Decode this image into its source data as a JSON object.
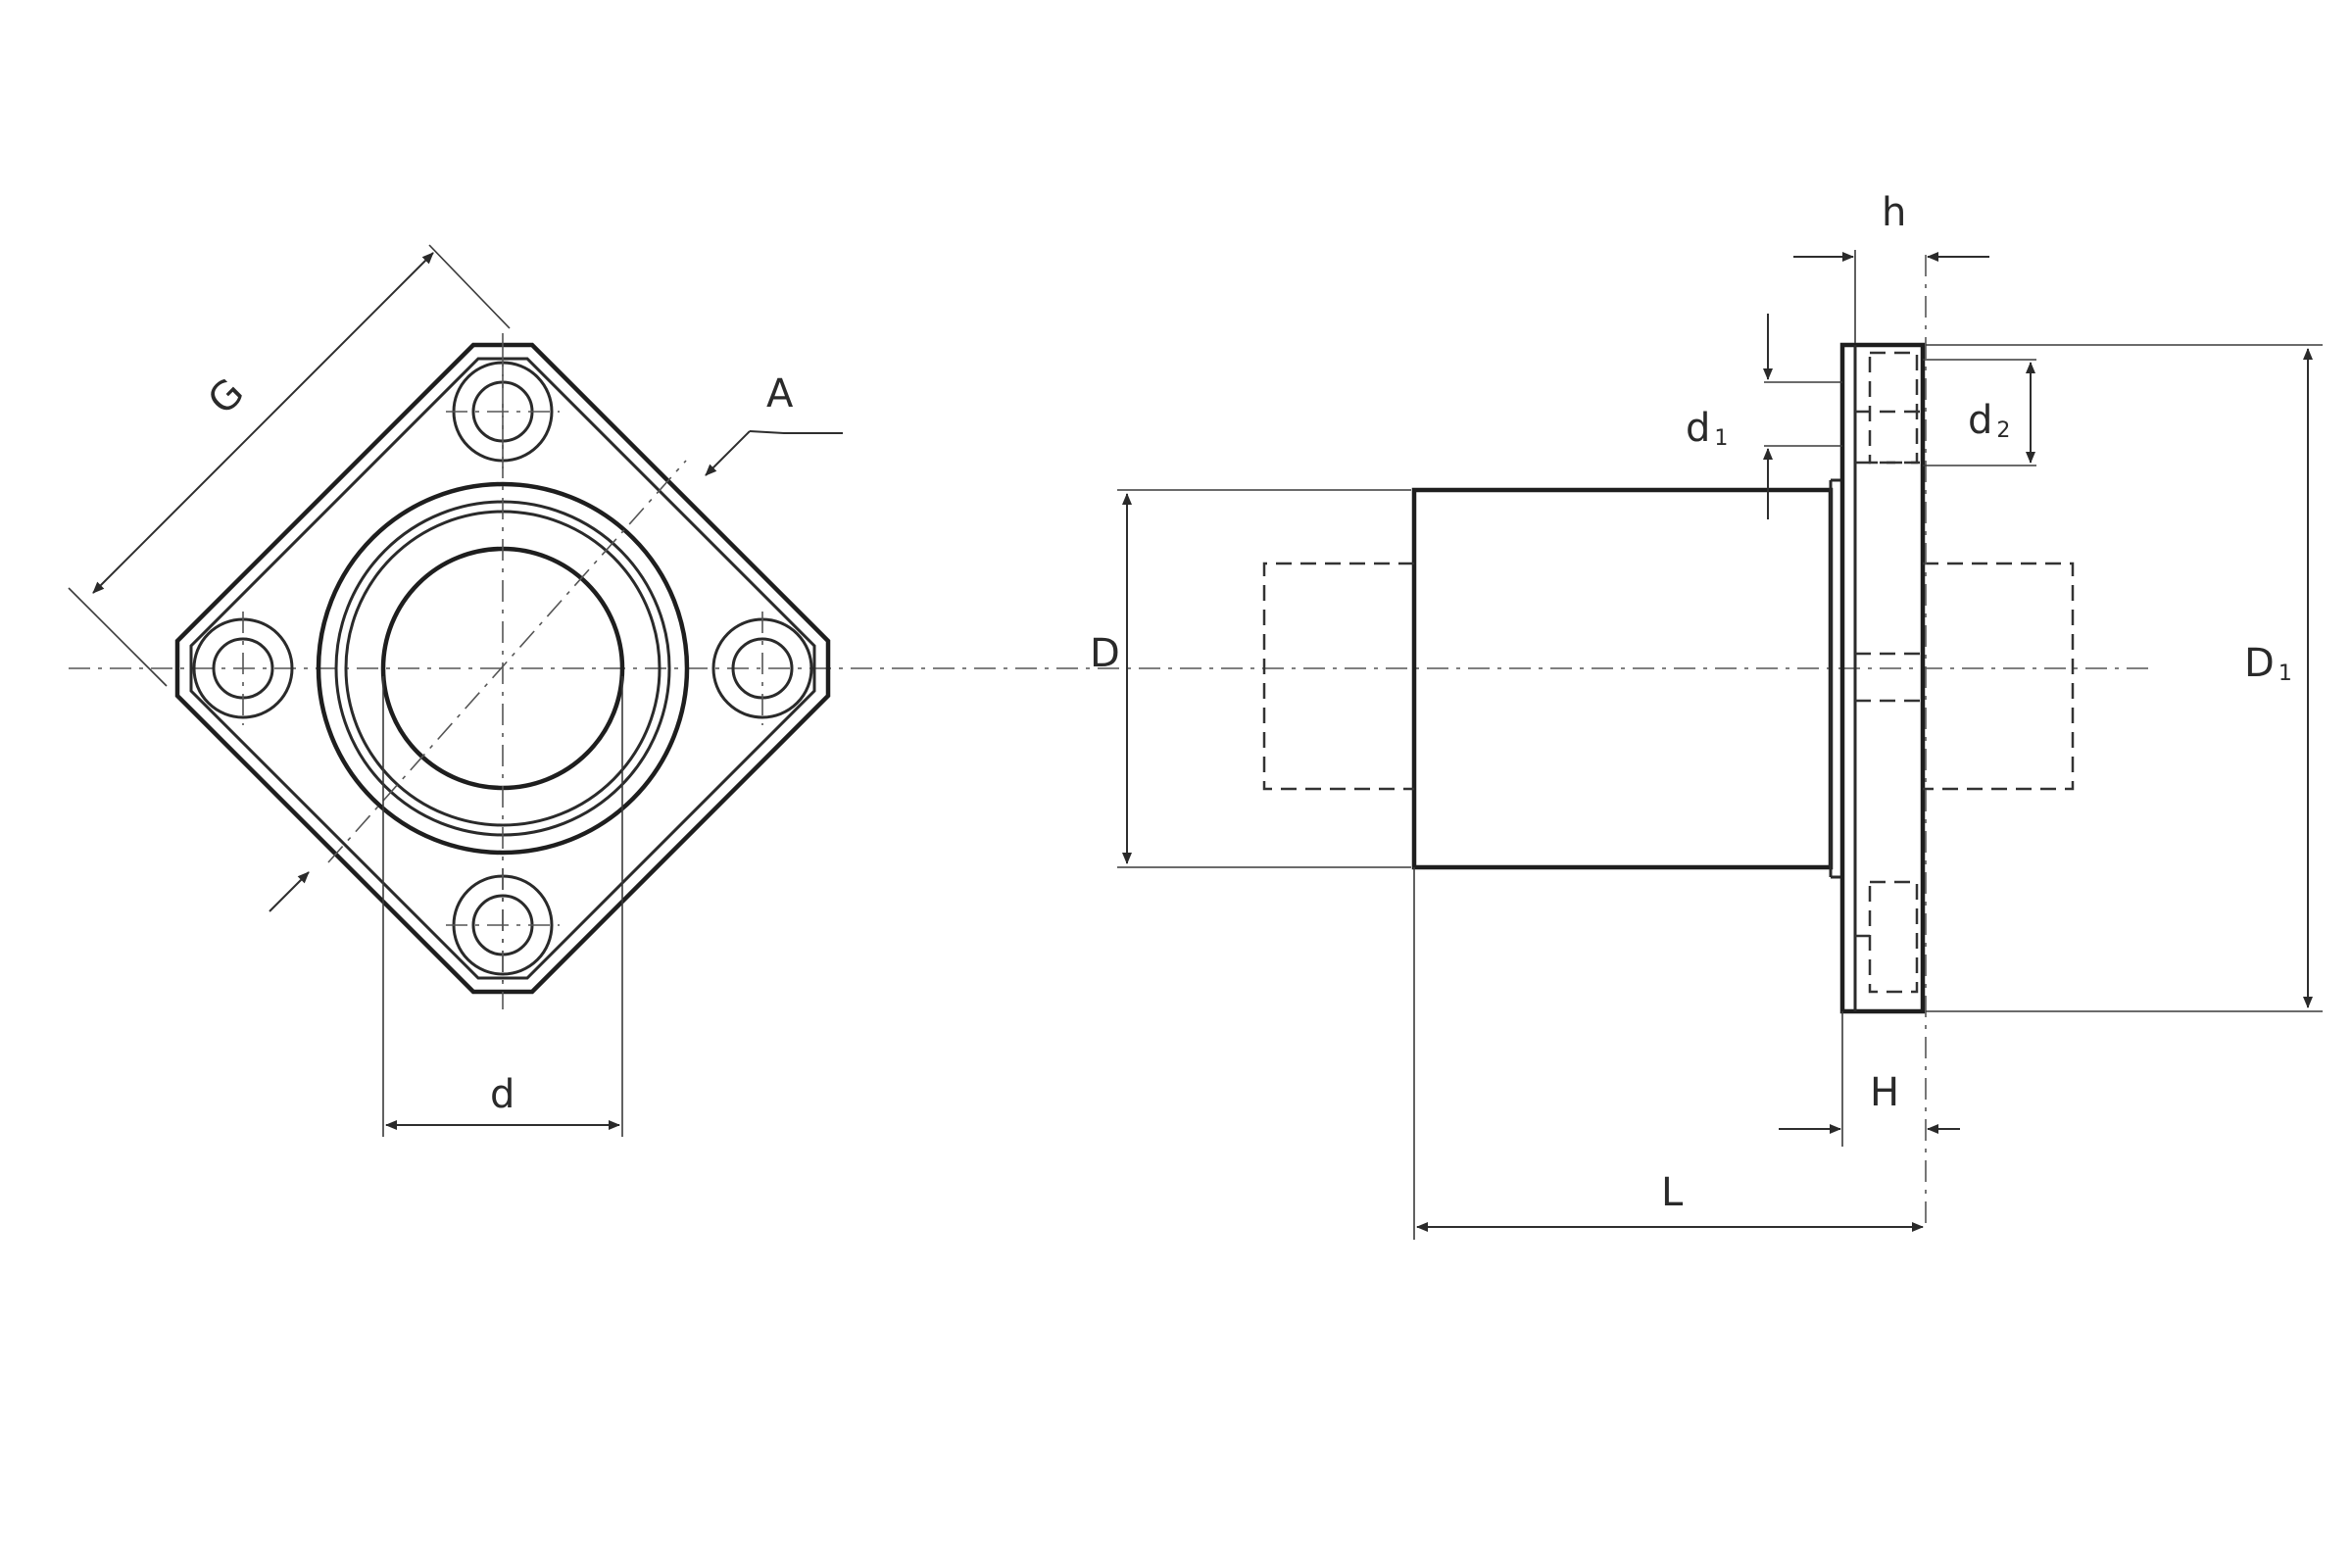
{
  "labels": {
    "G": "G",
    "A": "A",
    "d": "d",
    "h": "h",
    "d1_main": "d",
    "d1_sub": "1",
    "d2_main": "d",
    "d2_sub": "2",
    "D": "D",
    "D1_main": "D",
    "D1_sub": "1",
    "H": "H",
    "L": "L"
  },
  "colors": {
    "line": "#2a2a2a",
    "background": "#ffffff"
  }
}
